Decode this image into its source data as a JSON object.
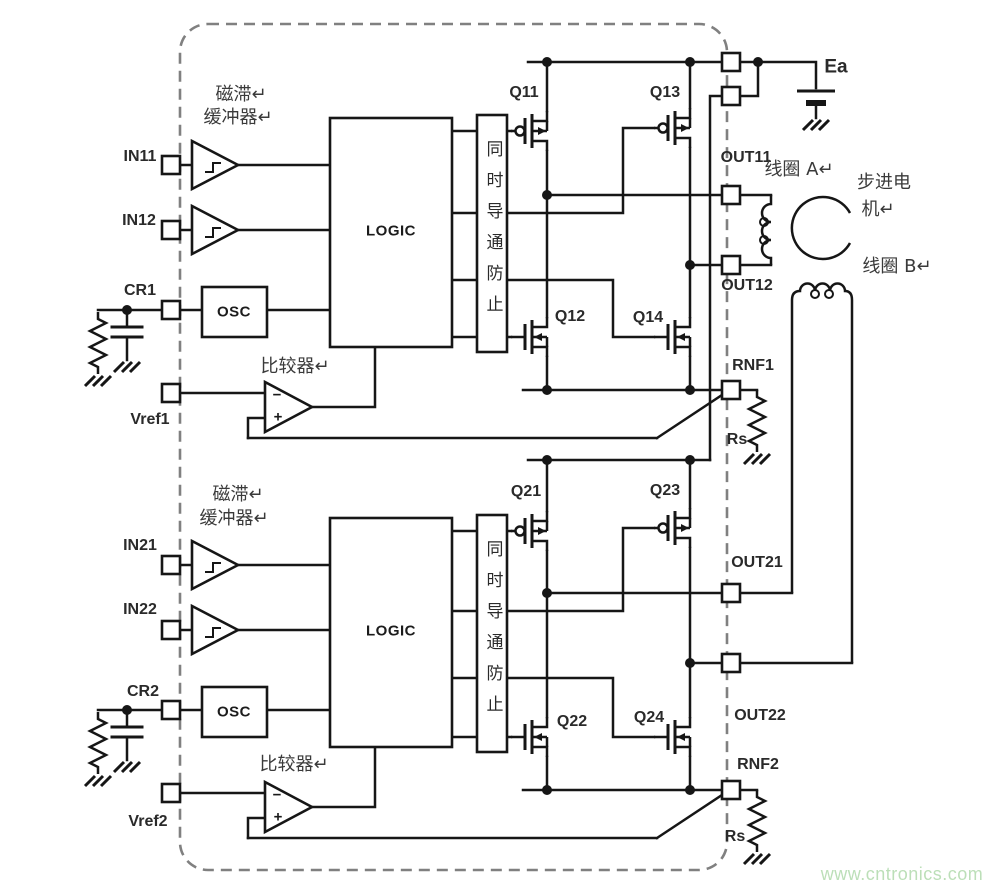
{
  "ic": {
    "hysteresis_buffer_line1": "磁滞↵",
    "hysteresis_buffer_line2": "缓冲器↵",
    "logic": "LOGIC",
    "osc": "OSC",
    "anti_shoot_through": "同时导通防止",
    "comparator": "比较器↵",
    "comparator_minus": "−",
    "comparator_plus": "+"
  },
  "pins": {
    "in11": "IN11",
    "in12": "IN12",
    "in21": "IN21",
    "in22": "IN22",
    "cr1": "CR1",
    "cr2": "CR2",
    "vref1": "Vref1",
    "vref2": "Vref2",
    "out11": "OUT11",
    "out12": "OUT12",
    "out21": "OUT21",
    "out22": "OUT22",
    "rnf1": "RNF1",
    "rnf2": "RNF2"
  },
  "transistors": {
    "q11": "Q11",
    "q12": "Q12",
    "q13": "Q13",
    "q14": "Q14",
    "q21": "Q21",
    "q22": "Q22",
    "q23": "Q23",
    "q24": "Q24"
  },
  "external": {
    "ea": "Ea",
    "rs": "Rs",
    "coil_a": "线圈 A↵",
    "coil_b": "线圈 B↵",
    "motor_line1": "步进电",
    "motor_line2": "机↵"
  },
  "watermark": {
    "text": "www.cntronics.com",
    "color": "#bcdfb8"
  },
  "colors": {
    "line": "#161616",
    "boundary": "#808080",
    "text": "#2a2a2a"
  }
}
